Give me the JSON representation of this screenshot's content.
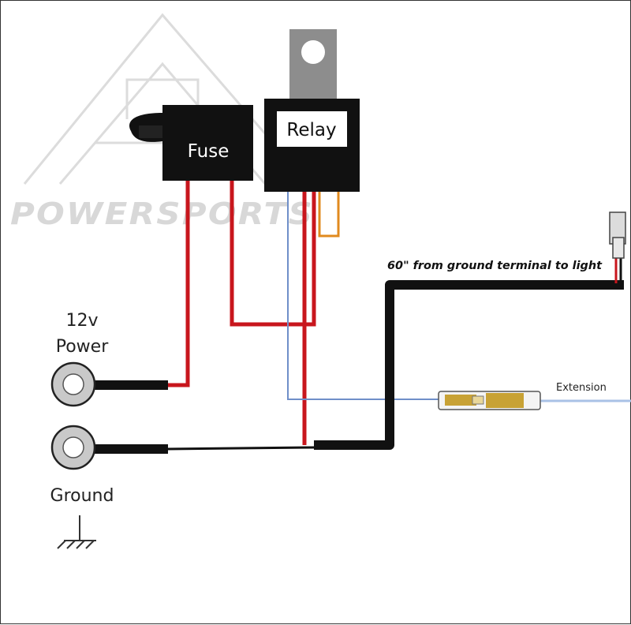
{
  "watermark": {
    "text": "POWERSPORTS",
    "color": "#d8d8d8"
  },
  "components": {
    "fuse": {
      "label": "Fuse"
    },
    "relay": {
      "label": "Relay"
    }
  },
  "terminals": {
    "power": {
      "line1": "12v",
      "line2": "Power"
    },
    "ground": {
      "label": "Ground"
    }
  },
  "annotations": {
    "length_note": "60\" from ground terminal to light",
    "extension": "Extension"
  },
  "colors": {
    "wire_power": "#c8161d",
    "wire_ground": "#111111",
    "wire_signal": "#6f8fc9",
    "wire_switch": "#e08a1e",
    "component_body": "#111111",
    "relay_tab": "#8d8d8d",
    "ring_terminal": "#c9c9c9",
    "connector": "#c8a235"
  }
}
